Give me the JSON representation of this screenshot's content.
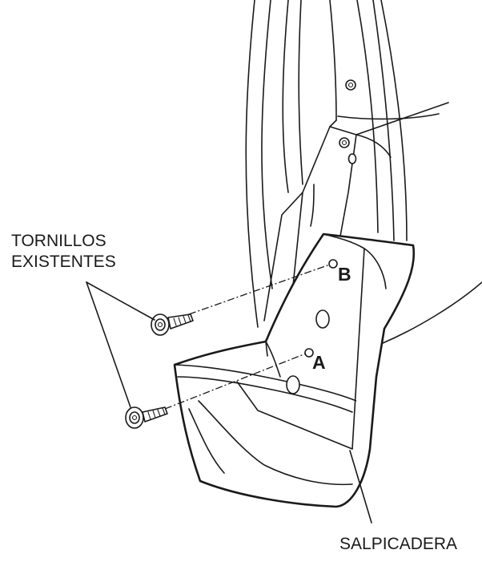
{
  "labels": {
    "screws_line1": "TORNILLOS",
    "screws_line2": "EXISTENTES",
    "point_a": "A",
    "point_b": "B",
    "mudguard": "SALPICADERA"
  }
}
